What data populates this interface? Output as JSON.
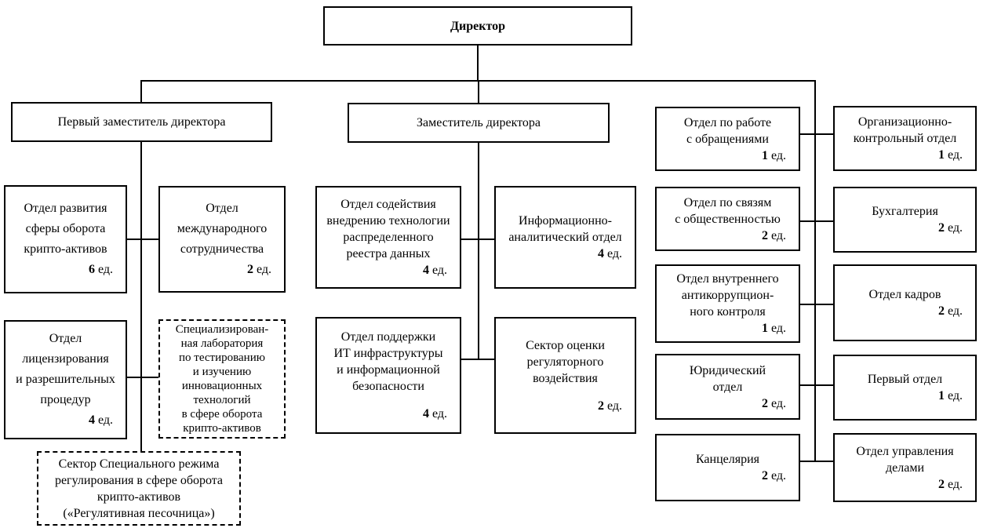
{
  "colors": {
    "line": "#000000",
    "box_border": "#000000",
    "background": "#ffffff",
    "text": "#000000"
  },
  "nodes": {
    "director": {
      "title": "Директор"
    },
    "first_deputy": {
      "title": "Первый заместитель директора"
    },
    "deputy": {
      "title": "Заместитель директора"
    },
    "dev_crypto": {
      "title": "Отдел развития\nсферы оборота\nкрипто-активов",
      "count": "6",
      "unit": "ед."
    },
    "intl": {
      "title": "Отдел\nмеждународного\nсотрудничества",
      "count": "2",
      "unit": "ед."
    },
    "licensing": {
      "title": "Отдел\nлицензирования\nи разрешительных\nпроцедур",
      "count": "4",
      "unit": "ед."
    },
    "lab": {
      "title": "Специализирован-\nная лаборатория\nпо тестированию\nи изучению\nинновационных\nтехнологий\nв сфере оборота\nкрипто-активов"
    },
    "sandbox": {
      "title": "Сектор Специального режима\nрегулирования в сфере оборота\nкрипто-активов\n(«Регулятивная песочница»)"
    },
    "dlt": {
      "title": "Отдел содействия\nвнедрению технологии\nраспределенного\nреестра данных",
      "count": "4",
      "unit": "ед."
    },
    "info_analytics": {
      "title": "Информационно-\nаналитический отдел",
      "count": "4",
      "unit": "ед."
    },
    "it_support": {
      "title": "Отдел поддержки\nИТ инфраструктуры\nи информационной\nбезопасности",
      "count": "4",
      "unit": "ед."
    },
    "regulatory": {
      "title": "Сектор оценки\nрегуляторного\nвоздействия",
      "count": "2",
      "unit": "ед."
    },
    "appeals": {
      "title": "Отдел по работе\nс обращениями",
      "count": "1",
      "unit": "ед."
    },
    "public_relations": {
      "title": "Отдел по связям\nс общественностью",
      "count": "2",
      "unit": "ед."
    },
    "anticorruption": {
      "title": "Отдел внутреннего\nантикоррупцион-\nного контроля",
      "count": "1",
      "unit": "ед."
    },
    "legal": {
      "title": "Юридический\nотдел",
      "count": "2",
      "unit": "ед."
    },
    "chancellery": {
      "title": "Канцелярия",
      "count": "2",
      "unit": "ед."
    },
    "org_control": {
      "title": "Организационно-\nконтрольный отдел",
      "count": "1",
      "unit": "ед."
    },
    "accounting": {
      "title": "Бухгалтерия",
      "count": "2",
      "unit": "ед."
    },
    "hr": {
      "title": "Отдел кадров",
      "count": "2",
      "unit": "ед."
    },
    "first_department": {
      "title": "Первый отдел",
      "count": "1",
      "unit": "ед."
    },
    "case_management": {
      "title": "Отдел управления\nделами",
      "count": "2",
      "unit": "ед."
    }
  }
}
